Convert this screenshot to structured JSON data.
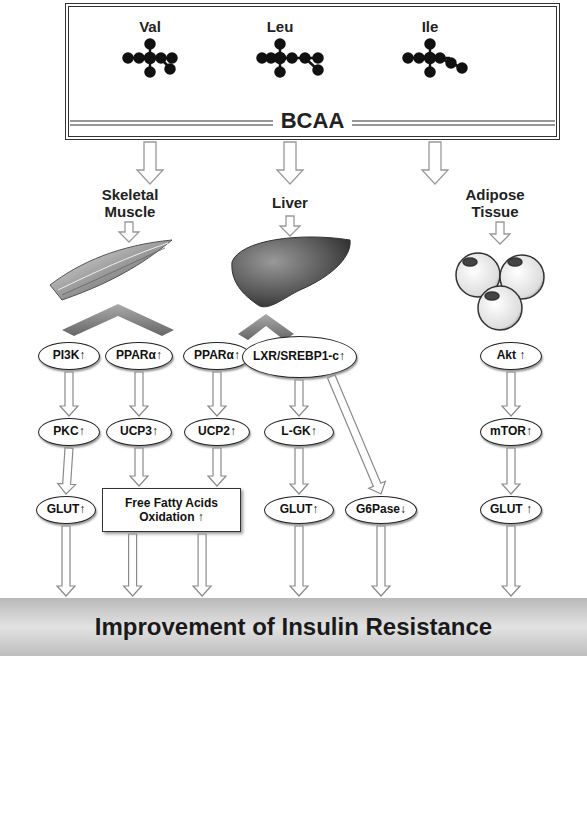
{
  "diagram": {
    "nodes": [
      {
        "text": [
          "BCAA"
        ]
      },
      {
        "text": [
          "PI3K↑"
        ]
      },
      {
        "text": [
          "PPARα↑"
        ]
      },
      {
        "text": [
          "PPARα↑"
        ]
      },
      {
        "text": [
          "LXR/SREBP1-c↑"
        ]
      },
      {
        "text": [
          "Akt ↑"
        ]
      },
      {
        "text": [
          "PKC↑"
        ]
      },
      {
        "text": [
          "UCP3↑"
        ]
      },
      {
        "text": [
          "UCP2↑"
        ]
      },
      {
        "text": [
          "L-GK↑"
        ]
      },
      {
        "text": [
          "mTOR↑"
        ]
      },
      {
        "text": [
          "GLUT↑"
        ]
      },
      {
        "text": [
          "Free Fatty Acids Oxidation ↑"
        ]
      },
      {
        "text": [
          "GLUT↑"
        ]
      },
      {
        "text": [
          "G6Pase↓"
        ]
      },
      {
        "text": [
          "GLUT ↑"
        ]
      },
      {
        "text": [
          "Improvement of Insulin Resistance"
        ]
      }
    ],
    "edges": [
      {
        "from": 1,
        "to": 6,
        "arrow": "to"
      },
      {
        "from": 6,
        "to": 11,
        "arrow": "to"
      },
      {
        "from": 2,
        "to": 7,
        "arrow": "to"
      },
      {
        "from": 7,
        "to": 12,
        "arrow": "to"
      },
      {
        "from": 3,
        "to": 8,
        "arrow": "to"
      },
      {
        "from": 8,
        "to": 12,
        "arrow": "to"
      },
      {
        "from": 4,
        "to": 9,
        "arrow": "to"
      },
      {
        "from": 9,
        "to": 13,
        "arrow": "to"
      },
      {
        "from": 4,
        "to": 14,
        "arrow": "to"
      },
      {
        "from": 5,
        "to": 10,
        "arrow": "to"
      },
      {
        "from": 10,
        "to": 15,
        "arrow": "to"
      },
      {
        "from": 11,
        "to": 16,
        "arrow": "to"
      },
      {
        "from": 12,
        "to": 16,
        "arrow": "to"
      },
      {
        "from": 12,
        "to": 16,
        "arrow": "to"
      },
      {
        "from": 13,
        "to": 16,
        "arrow": "to"
      },
      {
        "from": 14,
        "to": 16,
        "arrow": "to"
      },
      {
        "from": 15,
        "to": 16,
        "arrow": "to"
      }
    ],
    "labels": [
      "Val",
      "Leu",
      "Ile",
      "Skeletal Muscle",
      "Liver",
      "Adipose Tissue"
    ]
  }
}
